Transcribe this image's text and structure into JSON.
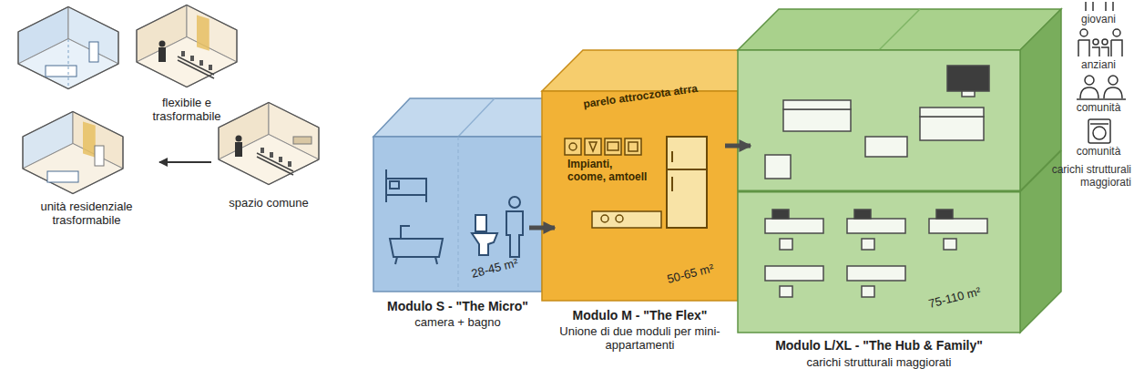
{
  "diagram": {
    "nodes": [
      {
        "text": [
          "flexibile e trasformabile"
        ]
      },
      {
        "text": [
          "unità residenziale trasformabile"
        ]
      },
      {
        "text": [
          "spazio comune"
        ]
      },
      {
        "text": [
          "28-45 m²",
          "Modulo S - \"The Micro\"",
          "camera + bagno"
        ]
      },
      {
        "text": [
          "parelo attroczota atrra",
          "Impianti, coome, amtoell",
          "50-65 m²",
          "Modulo M - \"The Flex\"",
          "Unione di due moduli per mini-appartamenti"
        ]
      },
      {
        "text": [
          "75-110 m²",
          "Modulo L/XL - \"The Hub & Family\"",
          "carichi strutturali maggiorati"
        ]
      }
    ],
    "edges": [
      {
        "from": 2,
        "to": 1,
        "arrow": "to"
      },
      {
        "from": 3,
        "to": 4,
        "arrow": "to"
      },
      {
        "from": 4,
        "to": 5,
        "arrow": "to"
      }
    ],
    "labels": [
      "giovani",
      "anziani",
      "comunità",
      "comunità",
      "carichi strutturali maggiorati"
    ]
  }
}
